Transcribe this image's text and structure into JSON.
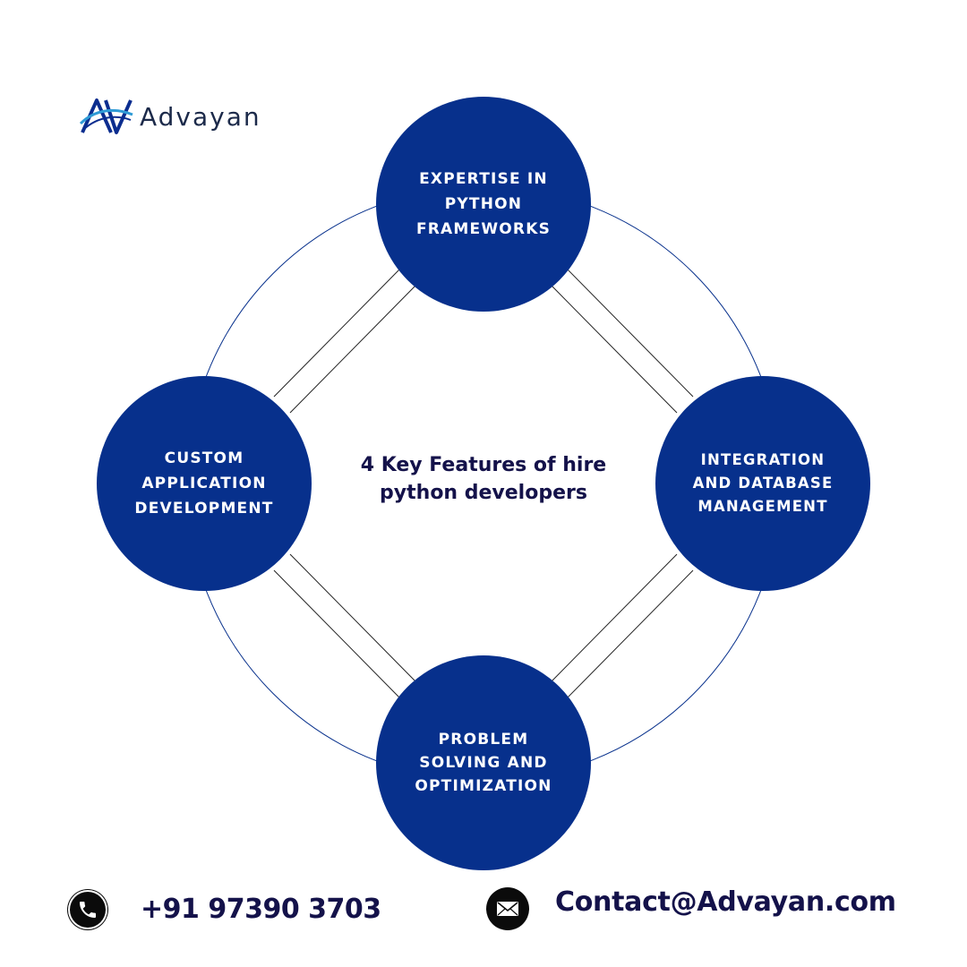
{
  "brand": {
    "name": "Advayan",
    "logo_icon": "advayan-av-mark",
    "color": "#0b2d8f"
  },
  "diagram": {
    "title": "4  Key Features of hire\npython developers",
    "node_color": "#07308c",
    "ring_color": "#07308c",
    "nodes": [
      {
        "id": "top",
        "label": "EXPERTISE IN\nPYTHON\nFRAMEWORKS"
      },
      {
        "id": "left",
        "label": "CUSTOM\nAPPLICATION\nDEVELOPMENT"
      },
      {
        "id": "right",
        "label": "INTEGRATION\nAND DATABASE\nMANAGEMENT"
      },
      {
        "id": "bottom",
        "label": "PROBLEM\nSOLVING AND\nOPTIMIZATION"
      }
    ]
  },
  "contact": {
    "phone": "+91 97390 3703",
    "phone_icon": "phone-icon",
    "email": "Contact@Advayan.com",
    "email_icon": "mail-icon"
  }
}
